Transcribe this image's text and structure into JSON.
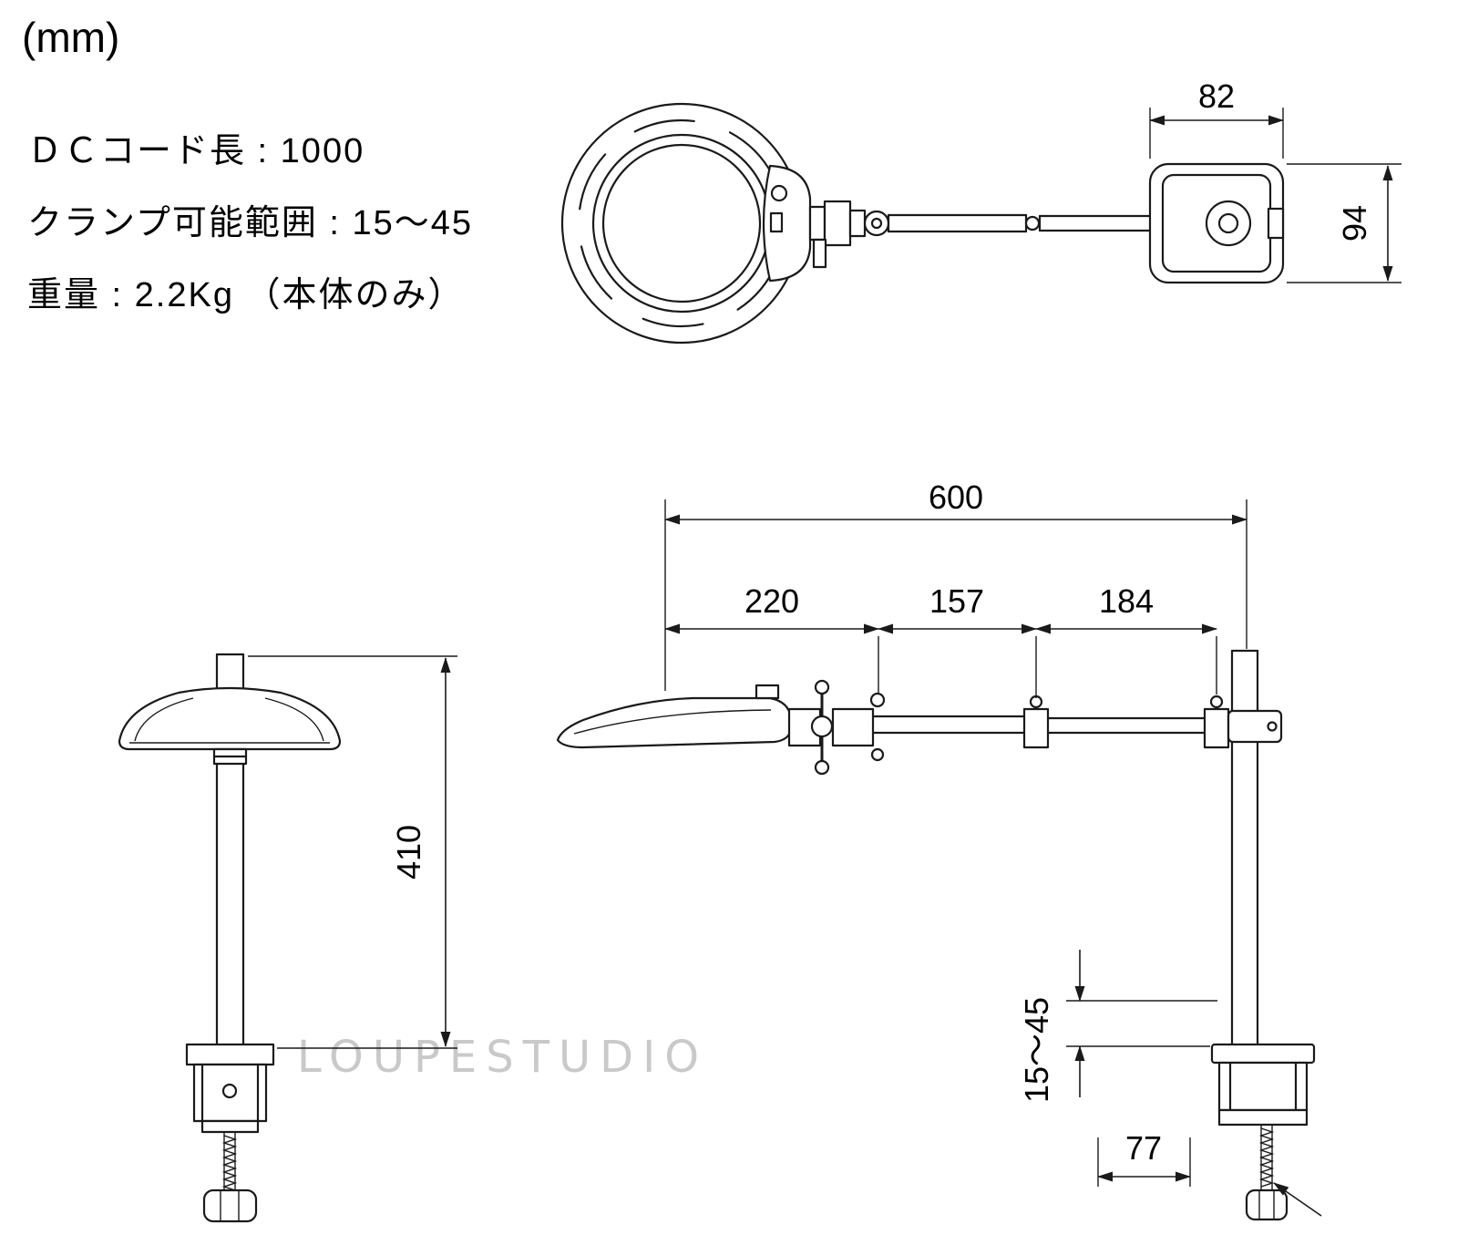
{
  "unit_label": "(mm)",
  "notes": [
    "ＤＣコード長 : 1000",
    "クランプ可能範囲 : 15～45",
    "重量 : 2.2Kg （本体のみ）"
  ],
  "watermark": "LOUPESTUDIO",
  "views": {
    "top": {
      "dim_width": "82",
      "dim_depth": "94"
    },
    "front": {
      "dim_height": "410"
    },
    "side": {
      "dim_total": "600",
      "dim_seg1": "220",
      "dim_seg2": "157",
      "dim_seg3": "184",
      "dim_clamp_range": "15～45",
      "dim_clamp_offset": "77"
    }
  }
}
